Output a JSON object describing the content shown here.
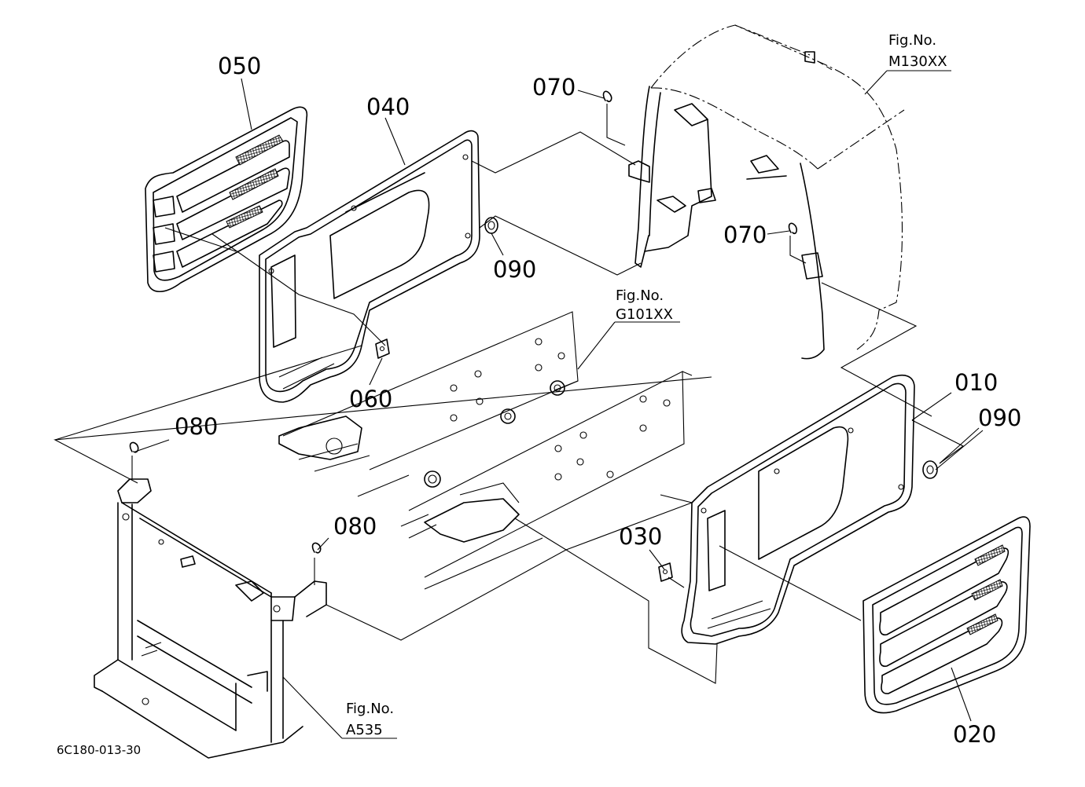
{
  "parts": {
    "p010": "010",
    "p020": "020",
    "p030": "030",
    "p040": "040",
    "p050": "050",
    "p060": "060",
    "p070a": "070",
    "p070b": "070",
    "p080a": "080",
    "p080b": "080",
    "p090a": "090",
    "p090b": "090"
  },
  "references": {
    "m130": {
      "line1": "Fig.No.",
      "line2": "M130XX"
    },
    "g101": {
      "line1": "Fig.No.",
      "line2": "G101XX"
    },
    "a535": {
      "line1": "Fig.No.",
      "line2": "A535"
    }
  },
  "drawing_code": "6C180-013-30"
}
